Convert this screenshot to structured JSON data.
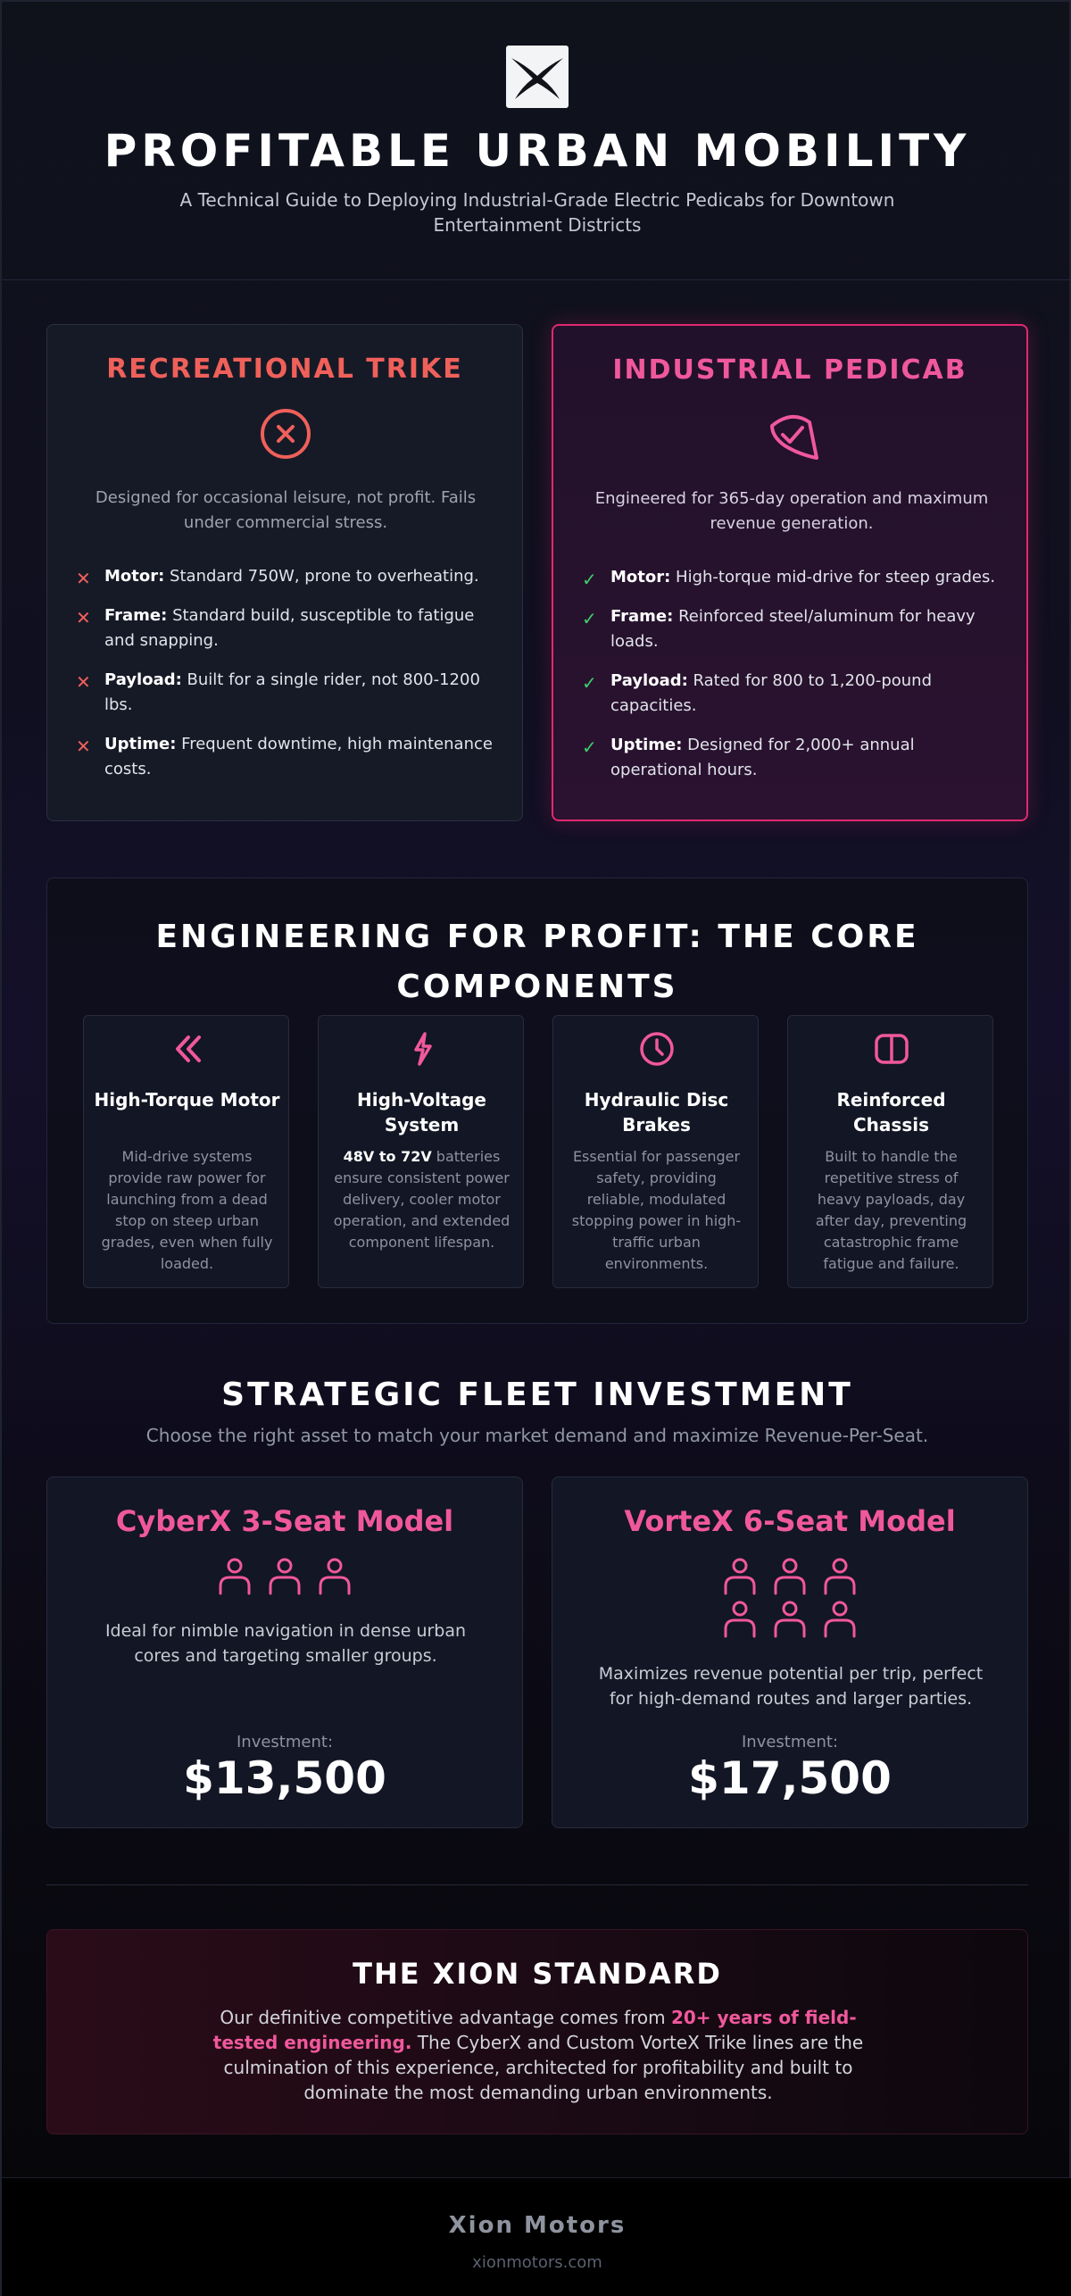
{
  "colors": {
    "accent_pink": "#f0589c",
    "accent_red": "#f0605a",
    "check_green": "#3ecf6a",
    "highlight_border": "#e0296f"
  },
  "header": {
    "logo_icon": "x-logo-icon",
    "title": "PROFITABLE URBAN MOBILITY",
    "subtitle": "A Technical Guide to Deploying Industrial-Grade Electric Pedicabs for Downtown Entertainment Districts"
  },
  "comparison": {
    "recreational": {
      "title": "RECREATIONAL TRIKE",
      "icon": "x-circle-icon",
      "description": "Designed for occasional leisure, not profit. Fails under commercial stress.",
      "mark": "✕",
      "features": [
        {
          "label": "Motor:",
          "text": " Standard 750W, prone to overheating."
        },
        {
          "label": "Frame:",
          "text": " Standard build, susceptible to fatigue and snapping."
        },
        {
          "label": "Payload:",
          "text": " Built for a single rider, not 800-1200 lbs."
        },
        {
          "label": "Uptime:",
          "text": " Frequent downtime, high maintenance costs."
        }
      ]
    },
    "industrial": {
      "title": "INDUSTRIAL PEDICAB",
      "icon": "shield-check-icon",
      "description": "Engineered for 365-day operation and maximum revenue generation.",
      "mark": "✓",
      "features": [
        {
          "label": "Motor:",
          "text": " High-torque mid-drive for steep grades."
        },
        {
          "label": "Frame:",
          "text": " Reinforced steel/aluminum for heavy loads."
        },
        {
          "label": "Payload:",
          "text": " Rated for 800 to 1,200-pound capacities."
        },
        {
          "label": "Uptime:",
          "text": " Designed for 2,000+ annual operational hours."
        }
      ]
    }
  },
  "engineering": {
    "title": "ENGINEERING FOR PROFIT: THE CORE COMPONENTS",
    "components": [
      {
        "icon": "double-chevron-left-icon",
        "title": "High-Torque Motor",
        "lead": "",
        "description": "Mid-drive systems provide raw power for launching from a dead stop on steep urban grades, even when fully loaded."
      },
      {
        "icon": "lightning-bolt-icon",
        "title": "High-Voltage System",
        "lead": "48V to 72V",
        "description": " batteries ensure consistent power delivery, cooler motor operation, and extended component lifespan."
      },
      {
        "icon": "clock-icon",
        "title": "Hydraulic Disc Brakes",
        "lead": "",
        "description": "Essential for passenger safety, providing reliable, modulated stopping power in high-traffic urban environments."
      },
      {
        "icon": "chassis-icon",
        "title": "Reinforced Chassis",
        "lead": "",
        "description": "Built to handle the repetitive stress of heavy payloads, day after day, preventing catastrophic frame fatigue and failure."
      }
    ]
  },
  "fleet": {
    "title": "STRATEGIC FLEET INVESTMENT",
    "subtitle": "Choose the right asset to match your market demand and maximize Revenue-Per-Seat.",
    "models": [
      {
        "name": "CyberX 3-Seat Model",
        "seats": 3,
        "description": "Ideal for nimble navigation in dense urban cores and targeting smaller groups.",
        "investment_label": "Investment:",
        "price": "$13,500"
      },
      {
        "name": "VorteX 6-Seat Model",
        "seats": 6,
        "description": "Maximizes revenue potential per trip, perfect for high-demand routes and larger parties.",
        "investment_label": "Investment:",
        "price": "$17,500"
      }
    ]
  },
  "standard": {
    "title": "THE XION STANDARD",
    "text_before": "Our definitive competitive advantage comes from ",
    "highlight": "20+ years of field-tested engineering.",
    "text_after": " The CyberX and Custom VorteX Trike lines are the culmination of this experience, architected for profitability and built to dominate the most demanding urban environments."
  },
  "footer": {
    "brand": "Xion Motors",
    "url": "xionmotors.com"
  }
}
